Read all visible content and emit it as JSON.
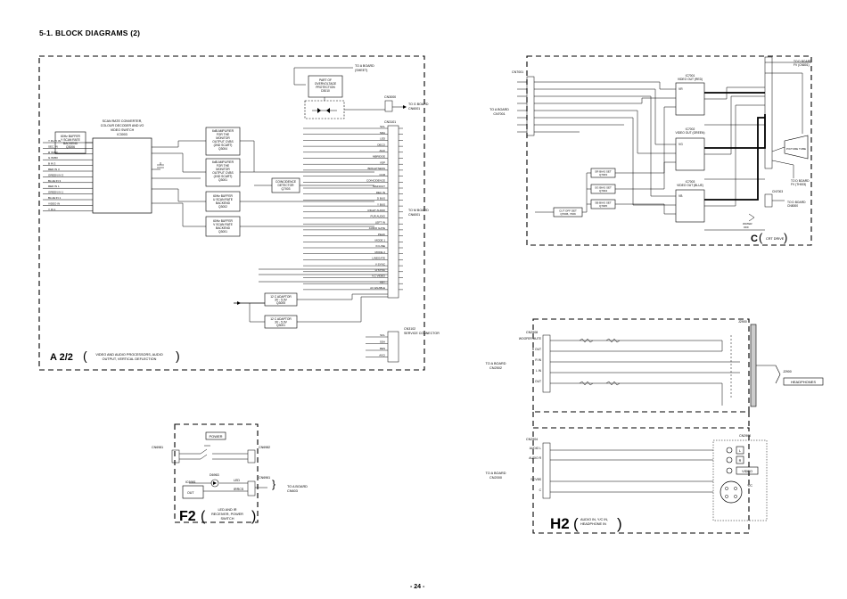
{
  "page": {
    "title": "5-1. BLOCK DIAGRAMS (2)",
    "page_number": "- 24 -"
  },
  "boardA": {
    "letter": "A 2/2",
    "caption_l1": "VIDEO AND AUDIO PROCESSORS, AUDIO",
    "caption_l2": "OUTPUT, VERTICAL DEFLECTION",
    "ic_title": [
      "SCAN RATE CONVERTER,",
      "COLOUR DECODER AND I/O",
      "VIDEO SWITCH",
      "IC3003"
    ],
    "buffer_title": [
      "60Hz BUFFER",
      "Y SCAN RATE",
      "BACKEND",
      "Q3006"
    ],
    "amp1": [
      "6dB AMPLIFIER",
      "FOR THE",
      "MONITOR",
      "OUTPUT CVBS",
      "(2ND SCART)",
      "Q3004"
    ],
    "amp2": [
      "6dB AMPLIFIER",
      "FOR THE",
      "MONITOR",
      "OUTPUT CVBS",
      "(1ND SCART)",
      "Q3001"
    ],
    "buf3": [
      "60Hz BUFFER",
      "U SCAN RATE",
      "BACKEND",
      "Q3002"
    ],
    "buf4": [
      "60Hz BUFFER",
      "V SCAN RATE",
      "BACKEND",
      "Q3001"
    ],
    "coincidence": [
      "COINCIDENCE",
      "DETECTOR",
      "Q7003"
    ],
    "overvoltage": [
      "PART OF",
      "OVERVOLTAGE",
      "PROTECTION",
      "D3010"
    ],
    "adaptor1": [
      "12 C ADAPTOR",
      "3V - 5.0V",
      "Q3005"
    ],
    "adaptor2": [
      "12 C ADAPTOR",
      "3V - 5.0V",
      "Q3001"
    ],
    "to_a_board": [
      "TO A BOARD",
      "(SHEET)"
    ],
    "cn3000": "CN3000",
    "to_g_board": [
      "TO G BOARD",
      "CN6001"
    ],
    "cn3101": "CN3101",
    "to_m_board": [
      "TO M BOARD",
      "CN6001"
    ],
    "cn3102": "CN3102",
    "service_connector": "SERVICE CONNECTOR",
    "left_signals": [
      "Y IN / Y IN",
      "SEC. IN",
      "R IN/B3",
      "G IN/B3",
      "B IN 3",
      "RED IN 3",
      "GREEN IN 3",
      "BLUE IN 3",
      "RED IN 1",
      "GREEN IN 1",
      "BLUE IN 1",
      "VIDEO IN",
      "Y IN 1"
    ],
    "bus_signals": [
      "SCL",
      "SDA",
      "LED",
      "DECO",
      "AGC",
      "MBRIDGE",
      "VDP",
      "BRIGHTNESS",
      "CCR",
      "COINCIDENCE",
      "MAINOUT",
      "DEC IN",
      "D BUS",
      "Y BUS",
      "RIGHT AUDIO",
      "PUR AUDIO",
      "LEFT IN",
      "AUDIO GATE",
      "PEAK",
      "MODE 1",
      "IN LINE",
      "MODE 2",
      "LINEGATE",
      "V SYNC",
      "H SYNC",
      "V.C VIDEO",
      "KEY",
      "AC ENABLE"
    ],
    "service_signals": [
      "SCL",
      "SDA",
      "RES",
      "AVCI"
    ]
  },
  "boardC": {
    "letter": "C",
    "caption": "CRT DRIVE",
    "cn": "CN7001",
    "to_a_board": [
      "TO A BOARD",
      "CN7001"
    ],
    "ic_red": [
      "IC7001",
      "VIDEO OUT (RED)"
    ],
    "ic_green": [
      "IC7002",
      "VIDEO OUT (GREEN)"
    ],
    "ic_blue": [
      "IC7003",
      "VIDEO OUT (BLUE)"
    ],
    "sr": [
      "SR BIAS SET",
      "Q7003"
    ],
    "sg": [
      "SG BIAS SET",
      "Q7004"
    ],
    "sb": [
      "SB BIAS SET",
      "Q7005"
    ],
    "cut_off": [
      "CUT OFF DET",
      "Q7006, 7009"
    ],
    "picture_tube": "PICTURE TUBE",
    "to_d_board": [
      "TO D BOARD",
      "FV (CN801)"
    ],
    "to_d_board2": [
      "TO D BOARD",
      "FV (TH003)"
    ],
    "to_d_board3": [
      "TO D BOARD",
      "CN8000"
    ],
    "cn7003": "CN7003",
    "water_off": [
      "WATER",
      "OFF"
    ],
    "ic_pin_labels": [
      "VR",
      "VG",
      "VB"
    ]
  },
  "boardF2": {
    "letter": "F2",
    "caption_l1": "LED AND IR",
    "caption_l2": "RECEIVER, POWER",
    "caption_l3": "SWITCH",
    "power": "POWER",
    "cn6981": "CN6981",
    "cn6982": "CN6982",
    "cn6961": "CN6961",
    "ic6981": "IC6981",
    "d6963": "D6963",
    "led": "LED",
    "irrcs": "IRRCS",
    "out": "OUT",
    "to_a_board": [
      "TO A BOARD",
      "CN603"
    ]
  },
  "boardH2": {
    "letter": "H2",
    "caption_l1": "AUDIO IN, Y/C IN,",
    "caption_l2": "HEADPHONE IN",
    "cn2908": "CN2908",
    "to_a_board": [
      "TO A BOARD",
      "CN2502"
    ],
    "headphone_pins": [
      "WOOFER MUTE",
      "R OUT",
      "R IN",
      "L IN",
      "L OUT"
    ],
    "j2900": "J2900",
    "j2900b": "J2900",
    "headphones": "HEADPHONES",
    "cn2904": "CN2904",
    "to_a_board2": [
      "TO A BOARD",
      "CN2000"
    ],
    "input_pins": [
      "AUDIO L",
      "AUDIO R",
      "Y/CVBS",
      "C"
    ],
    "cn2900": "CN2900",
    "jack_labels": [
      "L",
      "R",
      "VIDEO"
    ],
    "yc": "Y/C"
  }
}
